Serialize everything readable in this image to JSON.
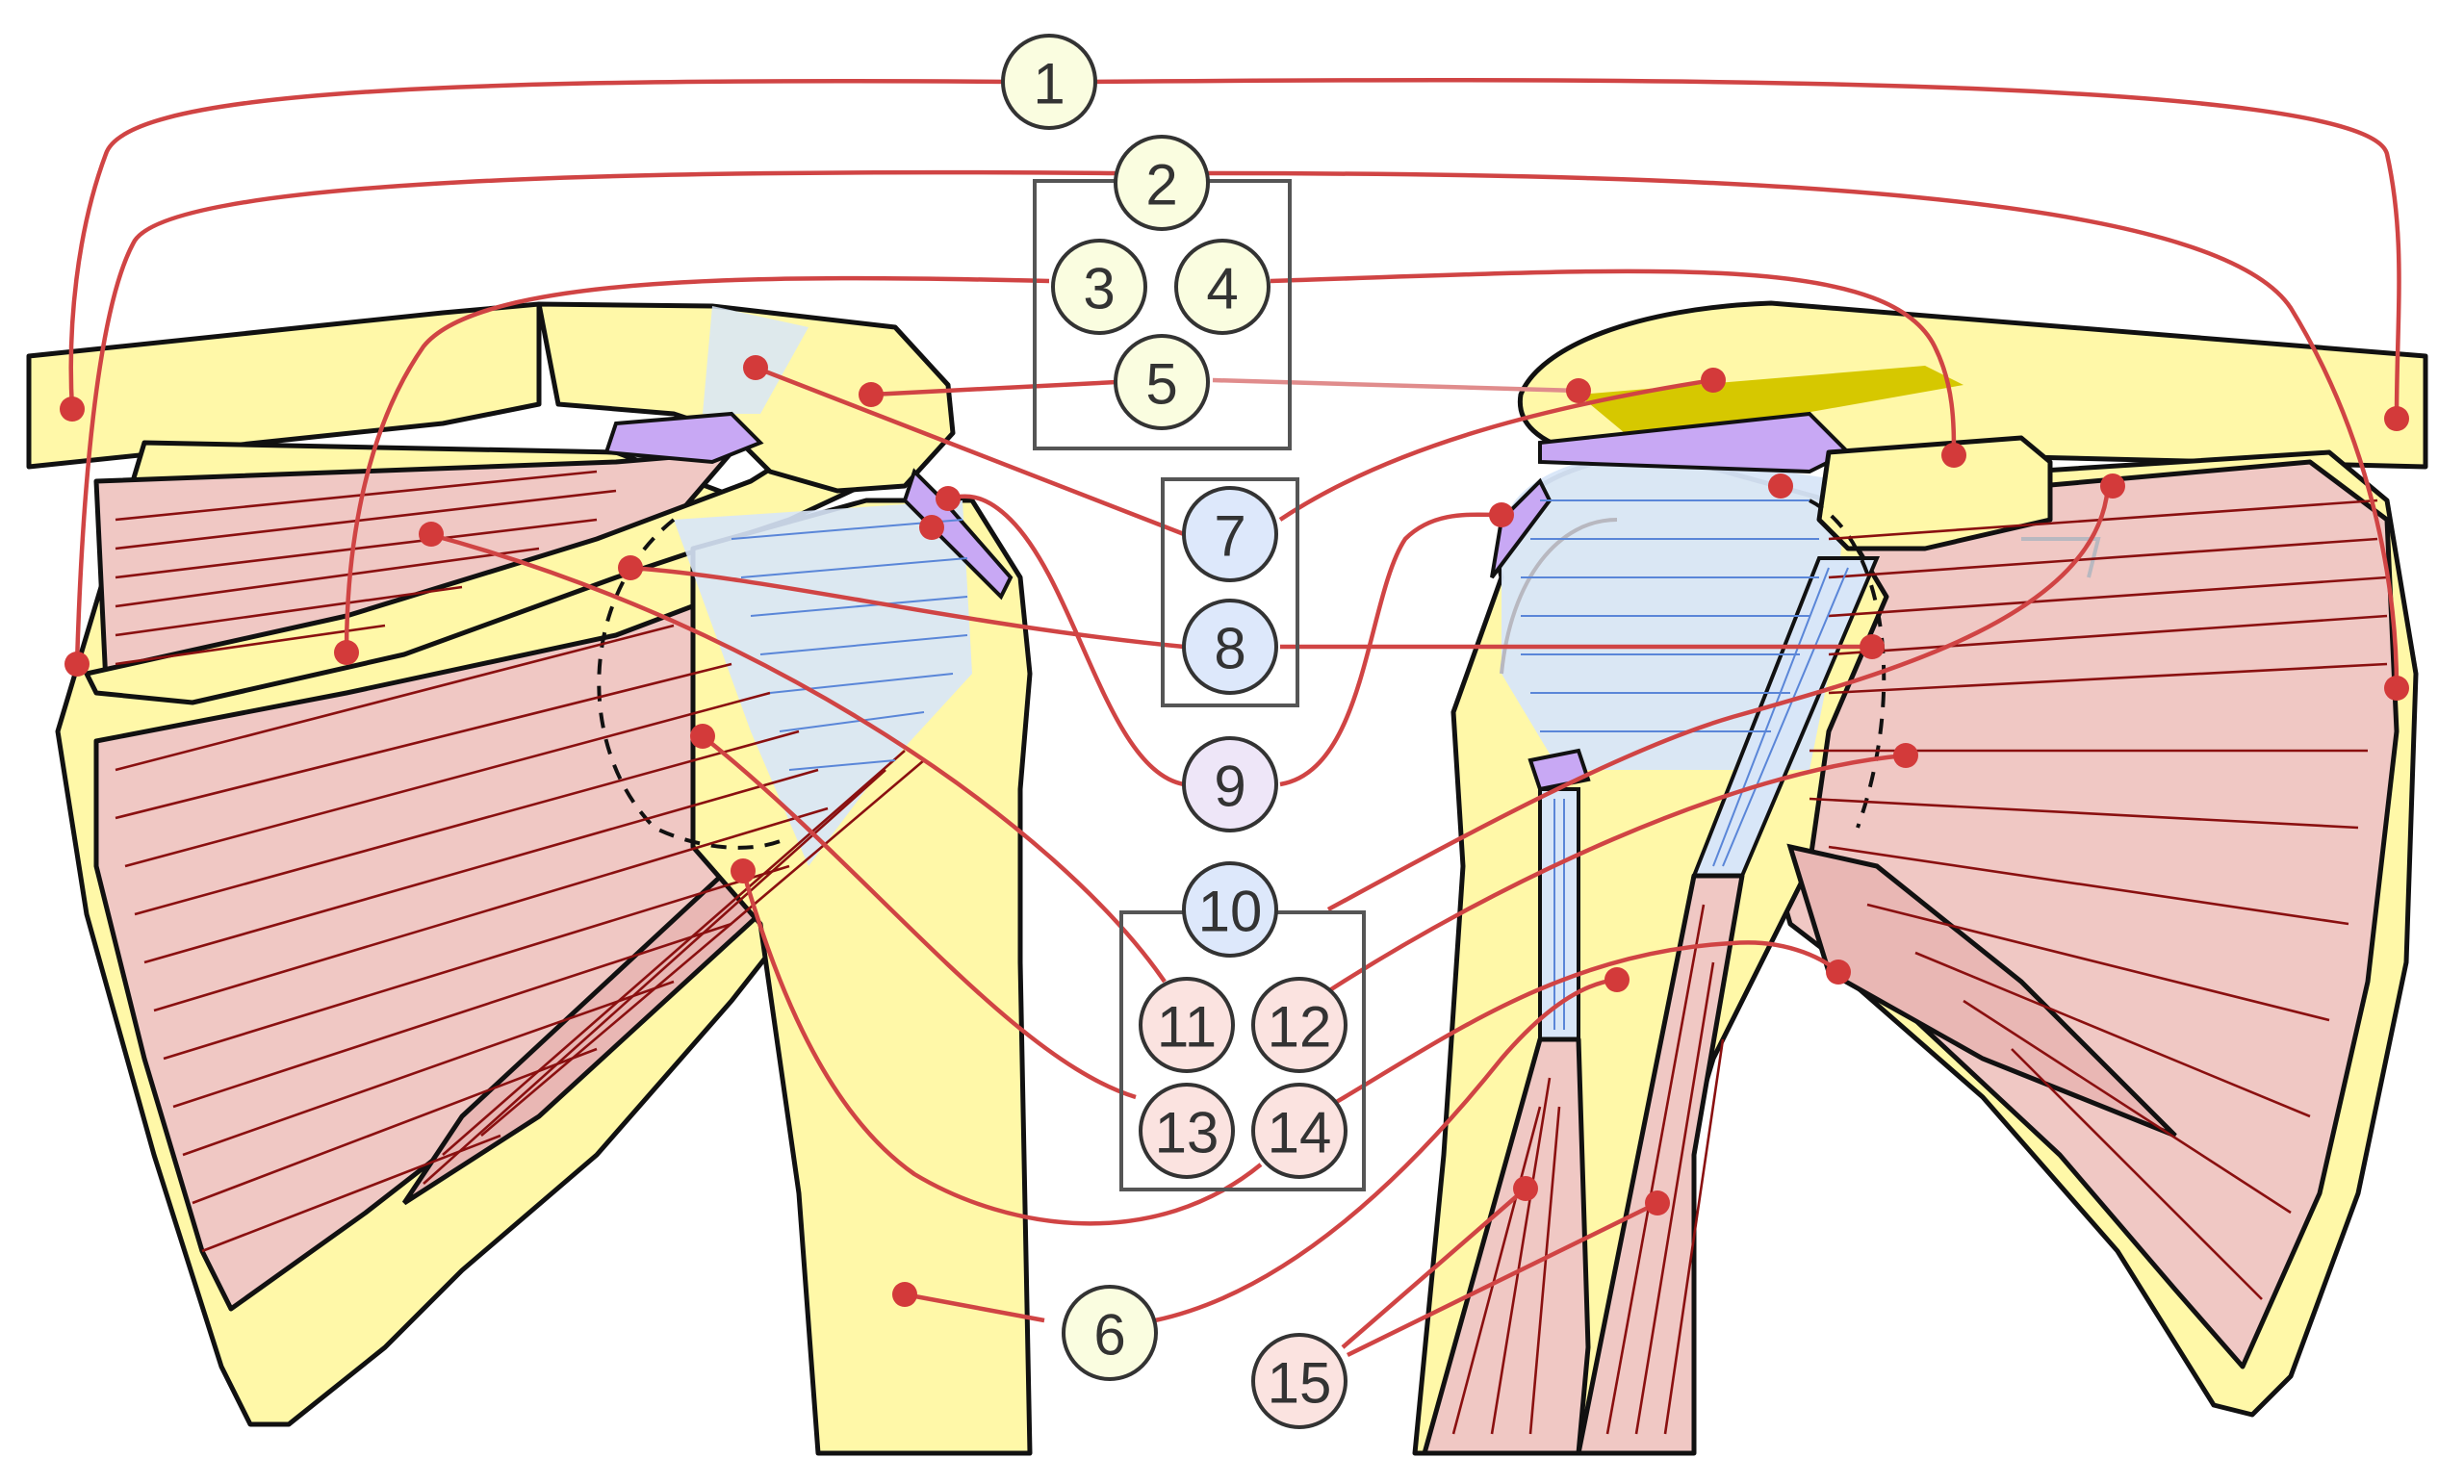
{
  "diagram": {
    "labels": [
      {
        "id": "1",
        "text": "1",
        "group": "bone"
      },
      {
        "id": "2",
        "text": "2",
        "group": "bone"
      },
      {
        "id": "3",
        "text": "3",
        "group": "bone"
      },
      {
        "id": "4",
        "text": "4",
        "group": "bone"
      },
      {
        "id": "5",
        "text": "5",
        "group": "bone"
      },
      {
        "id": "6",
        "text": "6",
        "group": "bone"
      },
      {
        "id": "7",
        "text": "7",
        "group": "ligament"
      },
      {
        "id": "8",
        "text": "8",
        "group": "ligament"
      },
      {
        "id": "9",
        "text": "9",
        "group": "bursa"
      },
      {
        "id": "10",
        "text": "10",
        "group": "ligament"
      },
      {
        "id": "11",
        "text": "11",
        "group": "muscle"
      },
      {
        "id": "12",
        "text": "12",
        "group": "muscle"
      },
      {
        "id": "13",
        "text": "13",
        "group": "muscle"
      },
      {
        "id": "14",
        "text": "14",
        "group": "muscle"
      },
      {
        "id": "15",
        "text": "15",
        "group": "muscle"
      }
    ]
  },
  "colors": {
    "bone": "#fff8a8",
    "muscle": "#f0c8c4",
    "tendon": "#d8e6f8",
    "bursa": "#c8a8f4",
    "leader": "#d04444"
  }
}
